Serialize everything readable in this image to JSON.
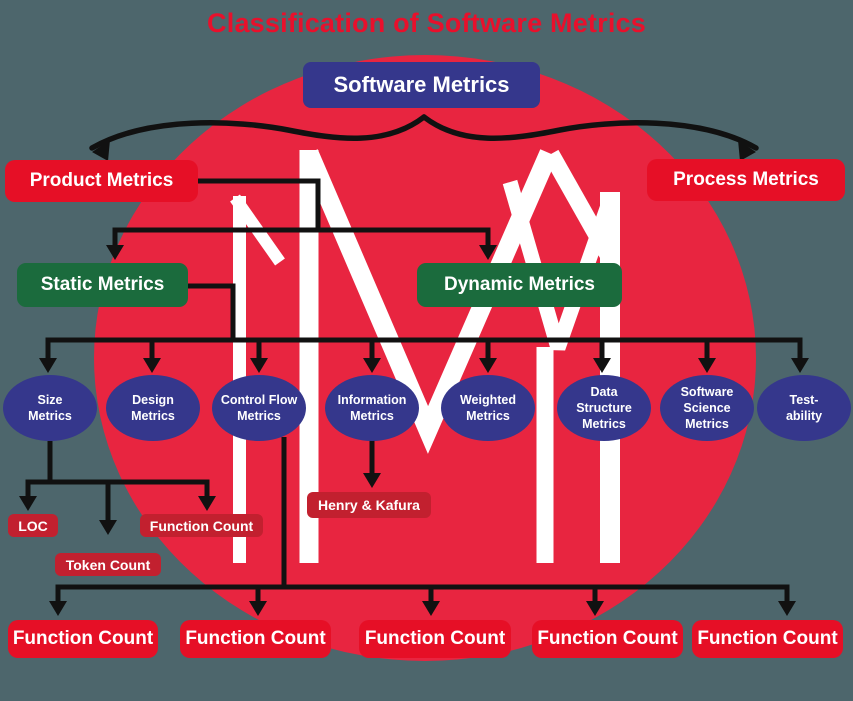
{
  "title": "Classification of Software Metrics",
  "palette": {
    "bg": "#4d666c",
    "red": "#e60f26",
    "circle-red": "#e82540",
    "dark-red": "#c2202f",
    "navy": "#35378c",
    "green": "#1b6b3d",
    "ink": "#111111",
    "text": "#ffffff",
    "title-red": "#e8102c"
  },
  "root": {
    "label": "Software Metrics"
  },
  "level1": [
    {
      "label": "Product Metrics"
    },
    {
      "label": "Process Metrics"
    }
  ],
  "level2": [
    {
      "label": "Static Metrics"
    },
    {
      "label": "Dynamic Metrics"
    }
  ],
  "ellipses": [
    {
      "label": "Size Metrics"
    },
    {
      "label": "Design Metrics"
    },
    {
      "label": "Control Flow Metrics"
    },
    {
      "label": "Information Metrics"
    },
    {
      "label": "Weighted Metrics"
    },
    {
      "label": "Data Structure Metrics"
    },
    {
      "label": "Software Science Metrics"
    },
    {
      "label": "Test-ability"
    }
  ],
  "leaves": {
    "loc": "LOC",
    "function_count": "Function Count",
    "token_count": "Token Count",
    "henry_kafura": "Henry & Kafura"
  },
  "bottom_row": [
    "Function Count",
    "Function Count",
    "Function Count",
    "Function Count",
    "Function Count"
  ]
}
